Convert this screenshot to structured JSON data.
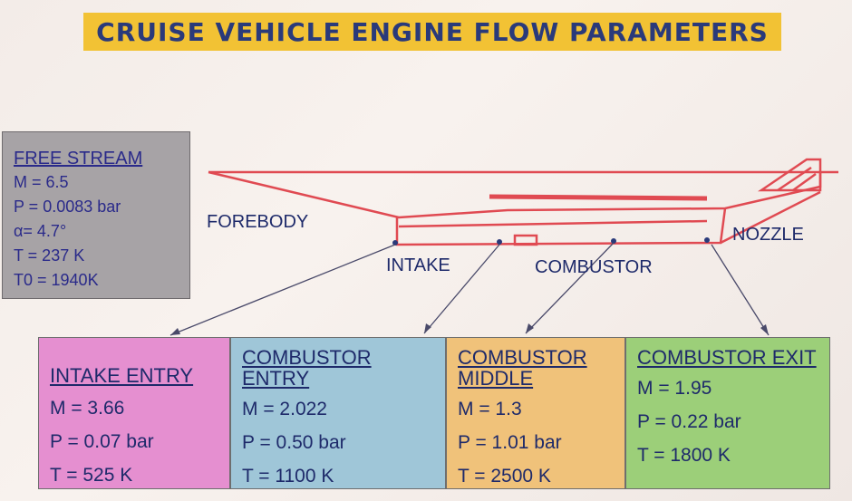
{
  "title": "CRUISE VEHICLE  ENGINE FLOW PARAMETERS",
  "free_stream": {
    "header": "FREE STREAM",
    "lines": [
      "M = 6.5",
      "P = 0.0083 bar",
      "α= 4.7°",
      "T = 237 K",
      "T0 = 1940K"
    ]
  },
  "labels": {
    "forebody": "FOREBODY",
    "intake": "INTAKE",
    "combustor": "COMBUSTOR",
    "nozzle": "NOZZLE"
  },
  "boxes": [
    {
      "title": "INTAKE ENTRY",
      "values": [
        "M = 3.66",
        "P = 0.07 bar",
        "T = 525 K"
      ],
      "color": "#e58fd0"
    },
    {
      "title": "COMBUSTOR ENTRY",
      "values": [
        "M = 2.022",
        "P = 0.50 bar",
        "T = 1100 K"
      ],
      "color": "#9fc6d8"
    },
    {
      "title": "COMBUSTOR MIDDLE",
      "values": [
        "M = 1.3",
        "P = 1.01 bar",
        "T = 2500 K"
      ],
      "color": "#f0c27a"
    },
    {
      "title": "COMBUSTOR EXIT",
      "values": [
        "M = 1.95",
        "P = 0.22 bar",
        "T = 1800 K"
      ],
      "color": "#9ccf79"
    }
  ],
  "colors": {
    "outline": "#e04a52",
    "text": "#1e2a6a",
    "title_bg": "#f2c234"
  }
}
